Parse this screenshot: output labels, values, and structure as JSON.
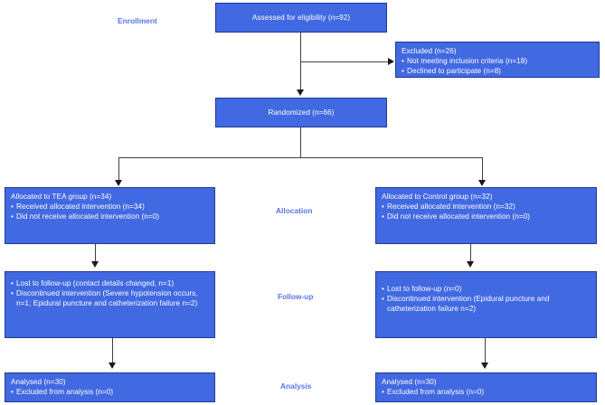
{
  "diagram": {
    "type": "consort-flow-diagram",
    "accent_color": "#4169E1",
    "box_border_color": "#1f3a93",
    "stage_label_color": "#5a74e8",
    "connector_color": "#404040",
    "text_color": "#ffffff",
    "background": "#ffffff"
  },
  "stages": [
    {
      "id": "enrollment",
      "label": "Enrollment"
    },
    {
      "id": "allocation",
      "label": "Allocation"
    },
    {
      "id": "followup",
      "label": "Follow-up"
    },
    {
      "id": "analysis",
      "label": "Analysis"
    }
  ],
  "nodes": {
    "assessed": {
      "title": "Assessed for eligibility (n=92)",
      "n": 92
    },
    "excluded": {
      "title": "Excluded (n=26)",
      "n": 26,
      "items": [
        "Not meeting inclusion criteria (n=18)",
        "Declined to participate (n=8)"
      ]
    },
    "randomized": {
      "title": "Randomized (n=66)",
      "n": 66
    },
    "alloc_tea": {
      "title": "Allocated to TEA group (n=34)",
      "n": 34,
      "items": [
        "Received allocated intervention (n=34)",
        "Did not receive allocated intervention (n=0)"
      ]
    },
    "alloc_control": {
      "title": "Allocated to Control group (n=32)",
      "n": 32,
      "items": [
        "Received allocated intervention (n=32)",
        "Did not receive allocated intervention (n=0)"
      ]
    },
    "follow_tea": {
      "items": [
        "Lost to follow-up (contact details changed, n=1)",
        "Discontinued intervention (Severe hypotension occurs, n=1; Epidural puncture and catheterization failure n=2)"
      ]
    },
    "follow_control": {
      "items": [
        "Lost to follow-up (n=0)",
        "Discontinued intervention (Epidural puncture and catheterization failure n=2)"
      ]
    },
    "analysed_tea": {
      "title": "Analysed (n=30)",
      "n": 30,
      "items": [
        "Excluded from analysis (n=0)"
      ]
    },
    "analysed_control": {
      "title": "Analysed (n=30)",
      "n": 30,
      "items": [
        "Excluded from analysis (n=0)"
      ]
    }
  }
}
